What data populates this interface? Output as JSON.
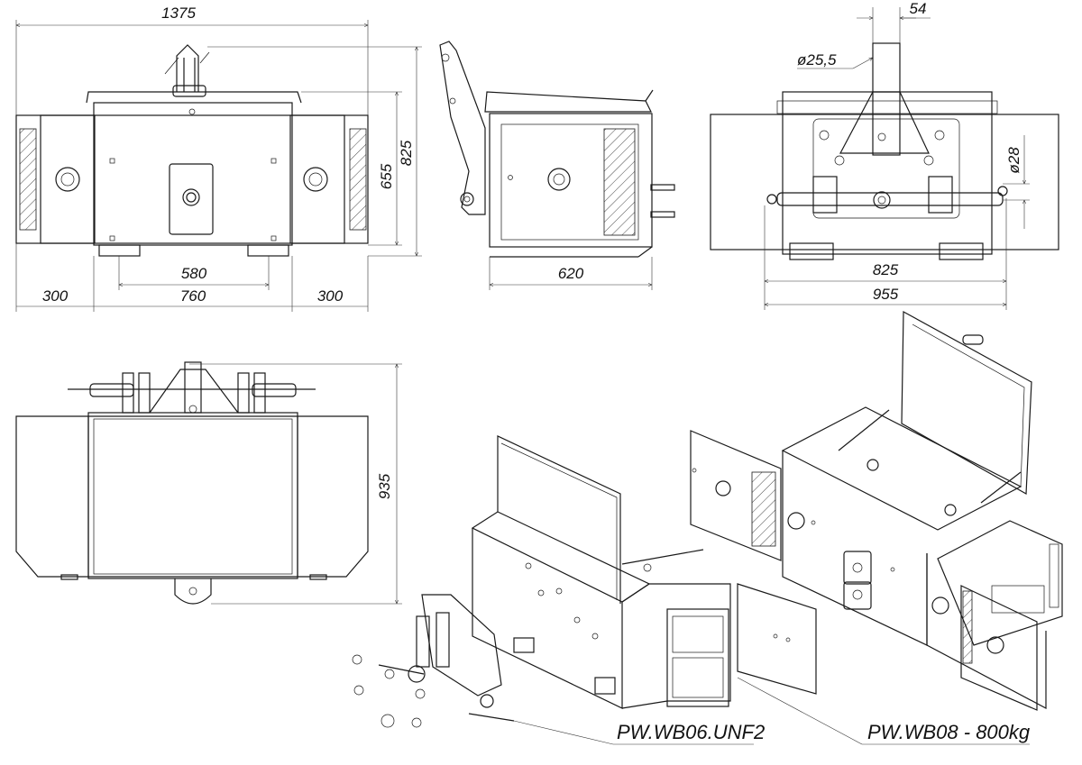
{
  "dimensions": {
    "front_total_width": "1375",
    "front_height_outer": "825",
    "front_height_inner": "655",
    "front_feet_spacing": "580",
    "front_side_left": "300",
    "front_center_width": "760",
    "front_side_right": "300",
    "side_depth": "620",
    "rear_pin_gap": "54",
    "rear_pin_diameter": "ø25,5",
    "rear_hole_diameter": "ø28",
    "rear_feet_spacing": "825",
    "rear_total_width": "955",
    "top_depth": "935"
  },
  "models": {
    "small": "PW.WB06.UNF2",
    "large": "PW.WB08 - 800kg"
  }
}
